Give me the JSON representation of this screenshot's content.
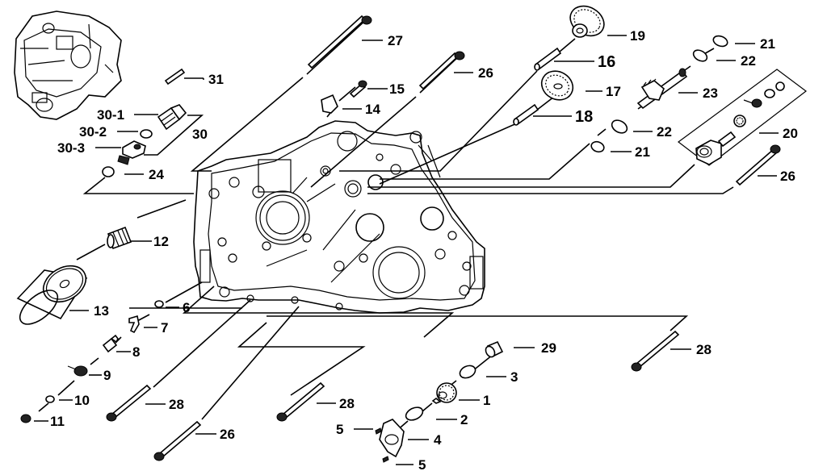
{
  "title": "Crankcase (right) exploded parts diagram",
  "colors": {
    "ink": "#000000",
    "background": "#ffffff"
  },
  "callouts": [
    {
      "id": "c1",
      "label": "1",
      "part": "oil-pump-gear"
    },
    {
      "id": "c2",
      "label": "2",
      "part": "washer"
    },
    {
      "id": "c3",
      "label": "3",
      "part": "washer"
    },
    {
      "id": "c4",
      "label": "4",
      "part": "pump-cover"
    },
    {
      "id": "c5a",
      "label": "5",
      "part": "screw"
    },
    {
      "id": "c5b",
      "label": "5",
      "part": "screw"
    },
    {
      "id": "c6",
      "label": "6",
      "part": "washer"
    },
    {
      "id": "c7",
      "label": "7",
      "part": "clip"
    },
    {
      "id": "c8",
      "label": "8",
      "part": "valve"
    },
    {
      "id": "c9",
      "label": "9",
      "part": "spring"
    },
    {
      "id": "c10",
      "label": "10",
      "part": "washer"
    },
    {
      "id": "c11",
      "label": "11",
      "part": "bolt-cap"
    },
    {
      "id": "c12",
      "label": "12",
      "part": "oil-strainer"
    },
    {
      "id": "c13",
      "label": "13",
      "part": "oil-filter"
    },
    {
      "id": "c14",
      "label": "14",
      "part": "bracket"
    },
    {
      "id": "c15",
      "label": "15",
      "part": "bolt"
    },
    {
      "id": "c16",
      "label": "16",
      "part": "shaft"
    },
    {
      "id": "c17",
      "label": "17",
      "part": "gear"
    },
    {
      "id": "c18",
      "label": "18",
      "part": "shaft"
    },
    {
      "id": "c19",
      "label": "19",
      "part": "gear"
    },
    {
      "id": "c20",
      "label": "20",
      "part": "kickstart-assembly"
    },
    {
      "id": "c21a",
      "label": "21",
      "part": "washer"
    },
    {
      "id": "c21b",
      "label": "21",
      "part": "washer"
    },
    {
      "id": "c22a",
      "label": "22",
      "part": "o-ring"
    },
    {
      "id": "c22b",
      "label": "22",
      "part": "o-ring"
    },
    {
      "id": "c23",
      "label": "23",
      "part": "kickstart-shaft"
    },
    {
      "id": "c24",
      "label": "24",
      "part": "washer"
    },
    {
      "id": "c26a",
      "label": "26",
      "part": "bolt"
    },
    {
      "id": "c26b",
      "label": "26",
      "part": "bolt"
    },
    {
      "id": "c26c",
      "label": "26",
      "part": "bolt"
    },
    {
      "id": "c27",
      "label": "27",
      "part": "bolt"
    },
    {
      "id": "c28a",
      "label": "28",
      "part": "bolt"
    },
    {
      "id": "c28b",
      "label": "28",
      "part": "bolt"
    },
    {
      "id": "c28c",
      "label": "28",
      "part": "bolt"
    },
    {
      "id": "c29",
      "label": "29",
      "part": "bushing"
    },
    {
      "id": "c30",
      "label": "30",
      "part": "drain-plug-assembly"
    },
    {
      "id": "c30-1",
      "label": "30-1",
      "part": "sensor"
    },
    {
      "id": "c30-2",
      "label": "30-2",
      "part": "washer"
    },
    {
      "id": "c30-3",
      "label": "30-3",
      "part": "drain-plug"
    },
    {
      "id": "c31",
      "label": "31",
      "part": "pin"
    }
  ]
}
